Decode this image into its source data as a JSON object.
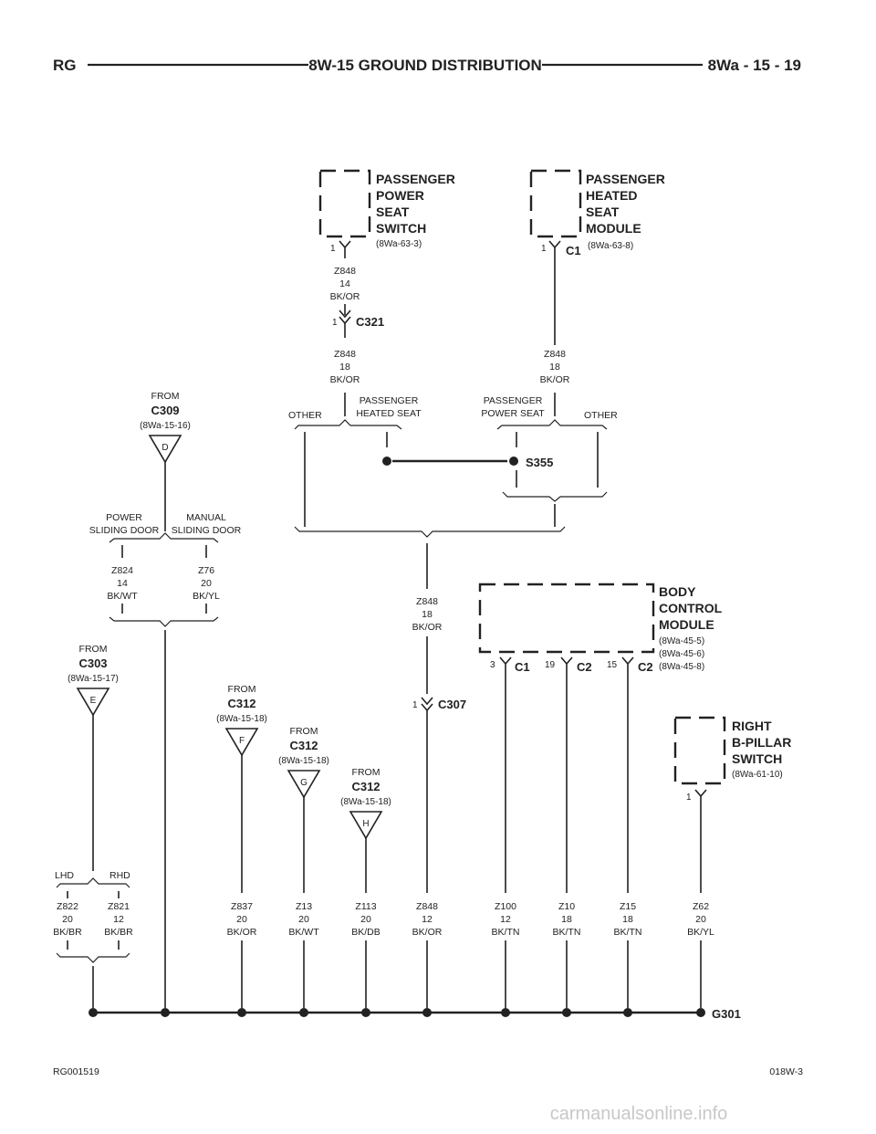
{
  "header": {
    "left": "RG",
    "title": "8W-15 GROUND DISTRIBUTION",
    "right": "8Wa - 15 - 19"
  },
  "footer": {
    "left": "RG001519",
    "right": "018W-3",
    "watermark": "carmanualsonline.info"
  },
  "components": {
    "pss": {
      "lines": [
        "PASSENGER",
        "POWER",
        "SEAT",
        "SWITCH"
      ],
      "ref": "(8Wa-63-3)",
      "pin": "1"
    },
    "phsm": {
      "lines": [
        "PASSENGER",
        "HEATED",
        "SEAT",
        "MODULE"
      ],
      "ref": "(8Wa-63-8)",
      "pin": "1",
      "conn": "C1"
    },
    "bcm": {
      "lines": [
        "BODY",
        "CONTROL",
        "MODULE"
      ],
      "refs": [
        "(8Wa-45-5)",
        "(8Wa-45-6)",
        "(8Wa-45-8)"
      ],
      "pins": [
        {
          "pin": "3",
          "conn": "C1"
        },
        {
          "pin": "19",
          "conn": "C2"
        },
        {
          "pin": "15",
          "conn": "C2"
        }
      ]
    },
    "rbp": {
      "lines": [
        "RIGHT",
        "B-PILLAR",
        "SWITCH"
      ],
      "ref": "(8Wa-61-10)",
      "pin": "1"
    }
  },
  "connectors": {
    "c321": {
      "pin": "1",
      "label": "C321"
    },
    "c307": {
      "pin": "1",
      "label": "C307"
    }
  },
  "splice": {
    "label": "S355"
  },
  "ground": {
    "label": "G301"
  },
  "offpage": [
    {
      "from": "FROM",
      "conn": "C309",
      "ref": "(8Wa-15-16)",
      "letter": "D"
    },
    {
      "from": "FROM",
      "conn": "C303",
      "ref": "(8Wa-15-17)",
      "letter": "E"
    },
    {
      "from": "FROM",
      "conn": "C312",
      "ref": "(8Wa-15-18)",
      "letter": "F"
    },
    {
      "from": "FROM",
      "conn": "C312",
      "ref": "(8Wa-15-18)",
      "letter": "G"
    },
    {
      "from": "FROM",
      "conn": "C312",
      "ref": "(8Wa-15-18)",
      "letter": "H"
    }
  ],
  "options": {
    "other_left": "OTHER",
    "pass_heated": [
      "PASSENGER",
      "HEATED SEAT"
    ],
    "pass_power": [
      "PASSENGER",
      "POWER SEAT"
    ],
    "other_right": "OTHER",
    "power_sliding": [
      "POWER",
      "SLIDING DOOR"
    ],
    "manual_sliding": [
      "MANUAL",
      "SLIDING DOOR"
    ],
    "lhd": "LHD",
    "rhd": "RHD"
  },
  "wires": {
    "pss_out": [
      "Z848",
      "14",
      "BK/OR"
    ],
    "c321_out": [
      "Z848",
      "18",
      "BK/OR"
    ],
    "phsm_out": [
      "Z848",
      "18",
      "BK/OR"
    ],
    "z824": [
      "Z824",
      "14",
      "BK/WT"
    ],
    "z76": [
      "Z76",
      "20",
      "BK/YL"
    ],
    "trunk": [
      "Z848",
      "18",
      "BK/OR"
    ],
    "bottom": [
      [
        "Z822",
        "20",
        "BK/BR"
      ],
      [
        "Z821",
        "12",
        "BK/BR"
      ],
      [
        "Z837",
        "20",
        "BK/OR"
      ],
      [
        "Z13",
        "20",
        "BK/WT"
      ],
      [
        "Z113",
        "20",
        "BK/DB"
      ],
      [
        "Z848",
        "12",
        "BK/OR"
      ],
      [
        "Z100",
        "12",
        "BK/TN"
      ],
      [
        "Z10",
        "18",
        "BK/TN"
      ],
      [
        "Z15",
        "18",
        "BK/TN"
      ],
      [
        "Z62",
        "20",
        "BK/YL"
      ]
    ]
  }
}
